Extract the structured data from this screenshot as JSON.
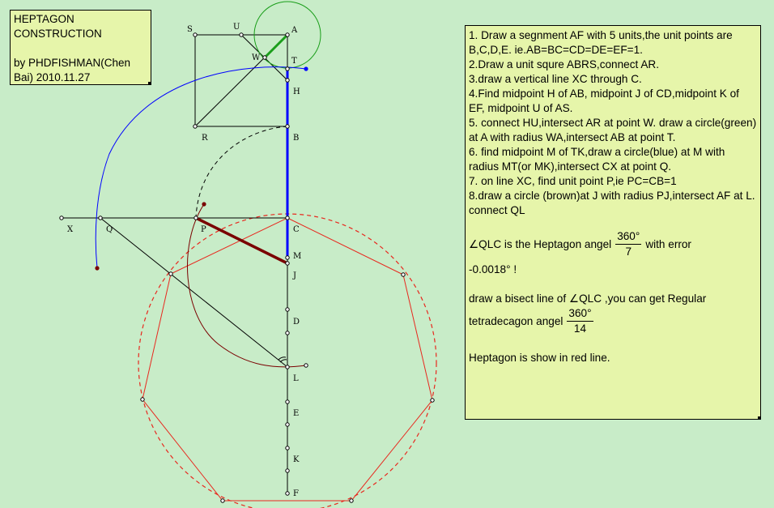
{
  "title_box": {
    "lines": [
      "HEPTAGON",
      "CONSTRUCTION",
      "",
      "by PHDFISHMAN(Chen",
      "Bai)  2010.11.27"
    ]
  },
  "notes": {
    "steps": [
      "1. Draw a segnment AF with 5 units,the unit points are B,C,D,E. ie.AB=BC=CD=DE=EF=1.",
      "2.Draw a unit squre ABRS,connect AR.",
      "3.draw a vertical line XC through C.",
      "4.Find midpoint H of AB, midpoint J of CD,midpoint K of EF, midpoint U of AS.",
      "5. connect HU,intersect AR at point W. draw a circle(green) at A with radius WA,intersect AB at point T.",
      "6. find midpoint M of TK,draw a circle(blue) at M with radius MT(or MK),intersect CX at point Q.",
      "7. on line XC, find unit point P,ie PC=CB=1",
      "8.draw a circle (brown)at J with radius PJ,intersect AF at L. connect QL"
    ],
    "angle_line": {
      "prefix": "∠QLC  is the Heptagon angel",
      "num": "360°",
      "den": "7",
      "suffix": "with error"
    },
    "error_value": "-0.0018°  !",
    "bisect_line": "draw a bisect line of ∠QLC ,you can get Regular",
    "tetra_line": {
      "prefix": "tetradecagon angel",
      "num": "360°",
      "den": "14"
    },
    "footer": "Heptagon is show in red line."
  },
  "diagram": {
    "labels": {
      "S": "S",
      "U": "U",
      "A": "A",
      "W": "W",
      "T": "T",
      "H": "H",
      "R": "R",
      "B": "B",
      "X": "X",
      "Q": "Q",
      "P": "P",
      "C": "C",
      "M": "M",
      "J": "J",
      "D": "D",
      "L": "L",
      "E": "E",
      "K": "K",
      "F": "F"
    },
    "colors": {
      "green": "#1a9e1a",
      "blue": "#0000ff",
      "brown": "#7a0000",
      "red": "#e8281e",
      "black": "#000000"
    }
  }
}
